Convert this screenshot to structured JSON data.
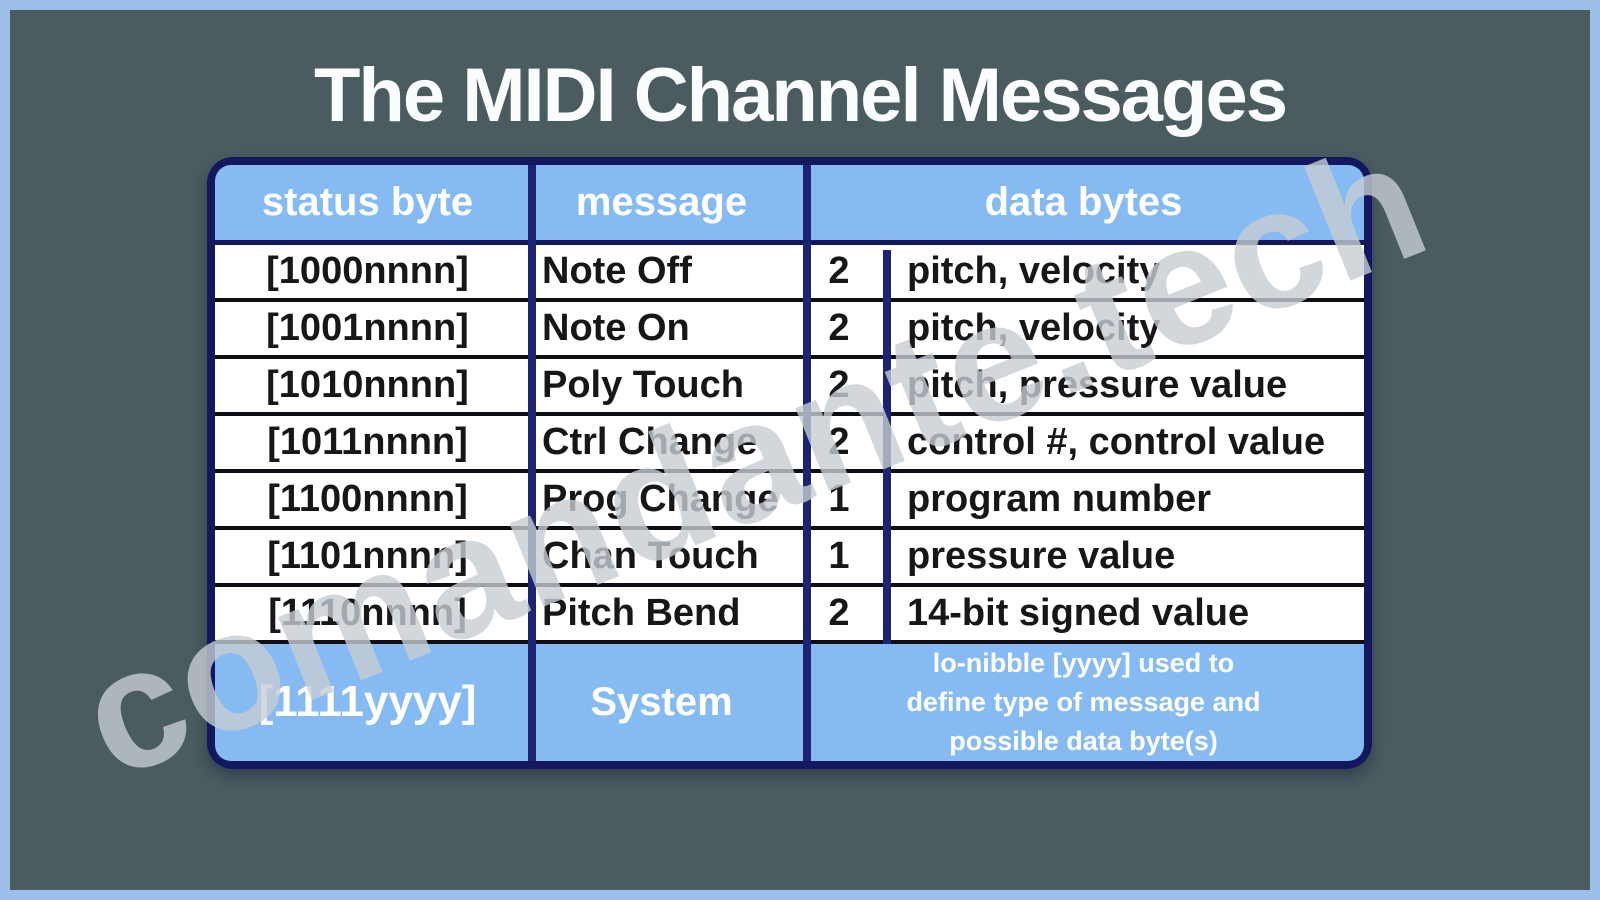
{
  "title": "The MIDI Channel Messages",
  "watermark": "comandante.tech",
  "colors": {
    "frame_border": "#9cc0ea",
    "background": "#4a5c60",
    "table_border_navy": "#12175e",
    "column_divider_navy": "#1b2373",
    "header_fill_blue": "#85baf3",
    "row_fill_white": "#ffffff",
    "row_divider_black": "#0c0e14",
    "text_dark": "#17171a",
    "text_light": "#ffffff",
    "watermark_gray": "#c6cdd2"
  },
  "chart_data": {
    "type": "table",
    "title": "The MIDI Channel Messages",
    "columns": [
      "status byte",
      "message",
      "data bytes"
    ],
    "rows": [
      {
        "status": "[1000nnnn]",
        "message": "Note Off",
        "num_data_bytes": "2",
        "data_bytes": "pitch, velocity"
      },
      {
        "status": "[1001nnnn]",
        "message": "Note On",
        "num_data_bytes": "2",
        "data_bytes": "pitch, velocity"
      },
      {
        "status": "[1010nnnn]",
        "message": "Poly Touch",
        "num_data_bytes": "2",
        "data_bytes": "pitch, pressure value"
      },
      {
        "status": "[1011nnnn]",
        "message": "Ctrl Change",
        "num_data_bytes": "2",
        "data_bytes": "control #, control value"
      },
      {
        "status": "[1100nnnn]",
        "message": "Prog Change",
        "num_data_bytes": "1",
        "data_bytes": "program number"
      },
      {
        "status": "[1101nnnn]",
        "message": "Chan Touch",
        "num_data_bytes": "1",
        "data_bytes": "pressure value"
      },
      {
        "status": "[1110nnnn]",
        "message": "Pitch Bend",
        "num_data_bytes": "2",
        "data_bytes": "14-bit signed value"
      }
    ],
    "system_row": {
      "status": "[1111yyyy]",
      "message": "System",
      "note_lines": [
        "lo-nibble [yyyy] used to",
        "define type of message and",
        "possible data byte(s)"
      ]
    }
  }
}
